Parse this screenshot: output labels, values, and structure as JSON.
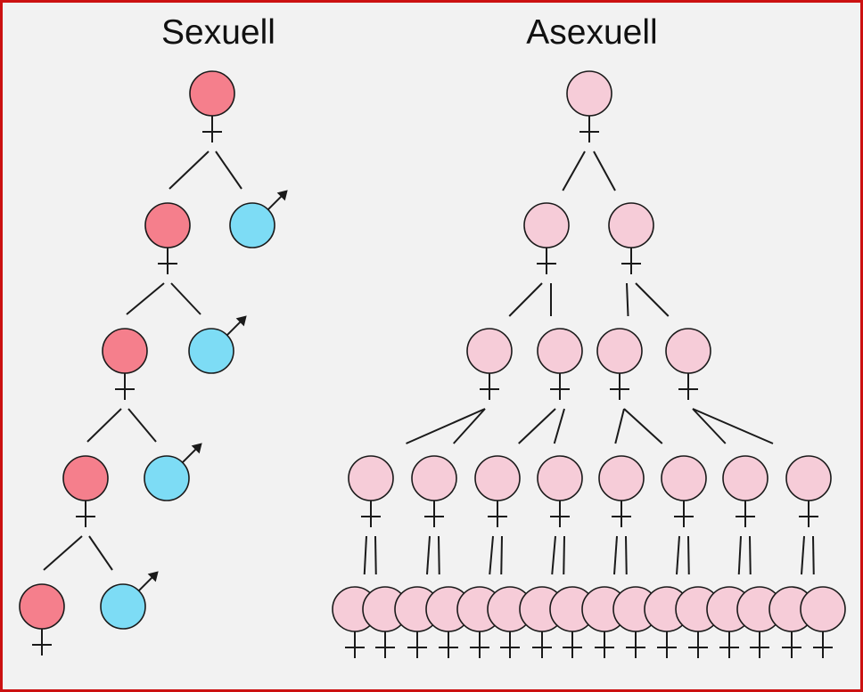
{
  "titles": {
    "sexual": "Sexuell",
    "asexual": "Asexuell"
  },
  "colors": {
    "background": "#f2f2f2",
    "frame": "#cc1111",
    "female_sexual": "#f57f8c",
    "male": "#7ddcf5",
    "female_asexual": "#f6ccd8",
    "line": "#1a1a1a"
  },
  "sexual_tree": {
    "generations": 5,
    "female_symbol": "female-symbol",
    "male_symbol": "male-symbol",
    "offspring_per_female": [
      "female",
      "male"
    ]
  },
  "asexual_tree": {
    "generations": 5,
    "individuals_per_generation": [
      1,
      2,
      4,
      8,
      16
    ],
    "symbol": "female-symbol"
  }
}
